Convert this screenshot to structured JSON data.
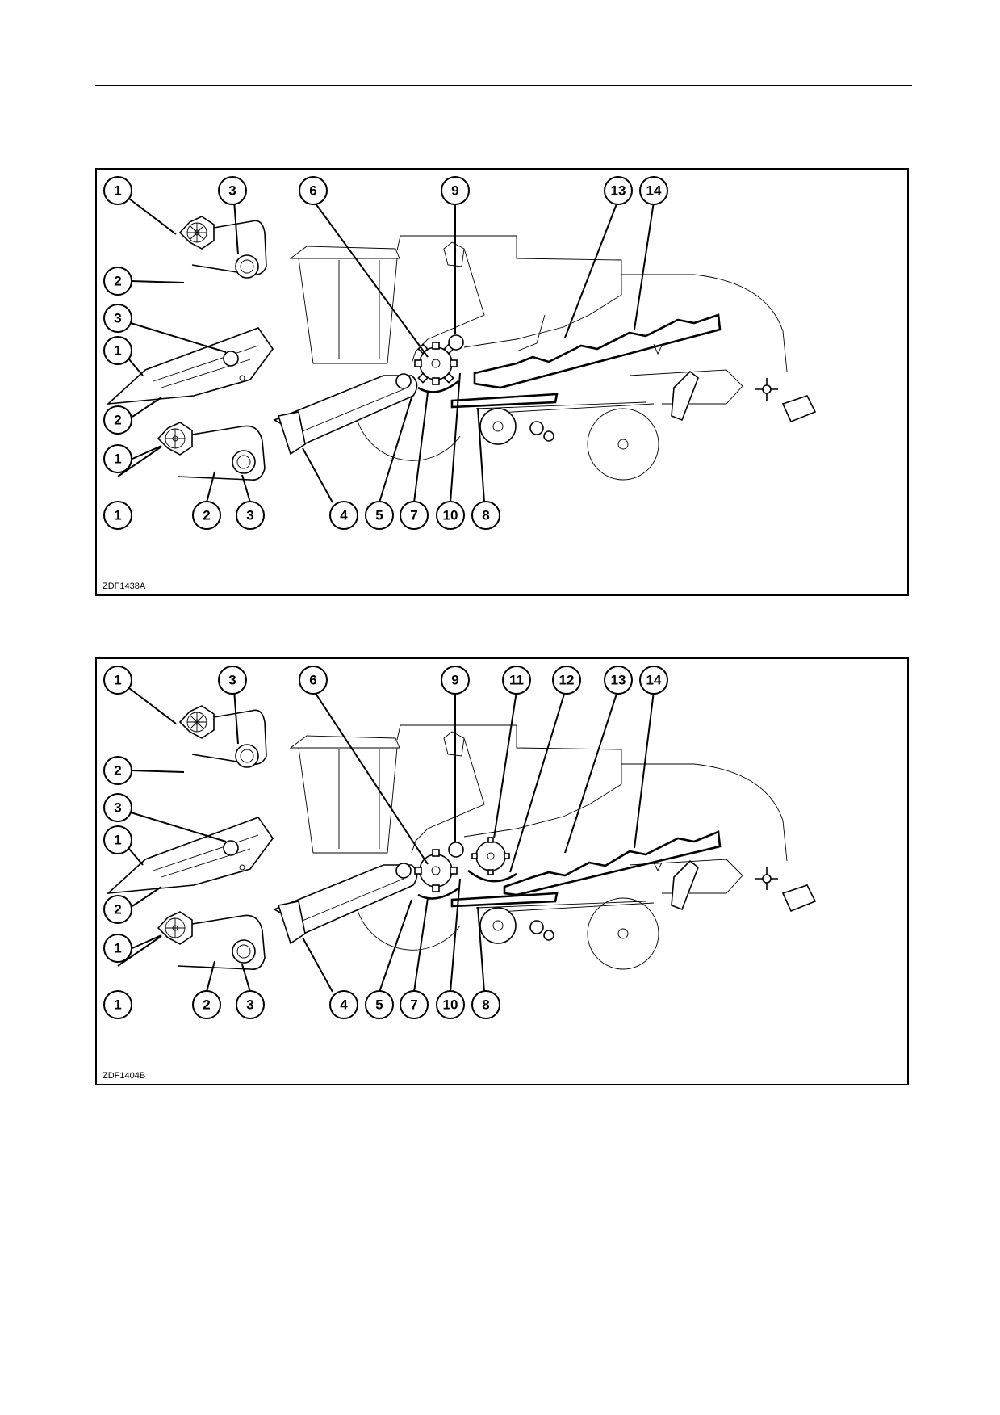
{
  "figures": [
    {
      "code": "ZDF1438A",
      "callouts": [
        "1",
        "3",
        "2",
        "3",
        "1",
        "2",
        "1",
        "1",
        "2",
        "3",
        "6",
        "9",
        "13",
        "14",
        "4",
        "5",
        "7",
        "10",
        "8"
      ]
    },
    {
      "code": "ZDF1404B",
      "callouts": [
        "1",
        "3",
        "2",
        "3",
        "1",
        "2",
        "1",
        "1",
        "2",
        "3",
        "6",
        "9",
        "11",
        "12",
        "13",
        "14",
        "4",
        "5",
        "7",
        "10",
        "8"
      ]
    }
  ]
}
